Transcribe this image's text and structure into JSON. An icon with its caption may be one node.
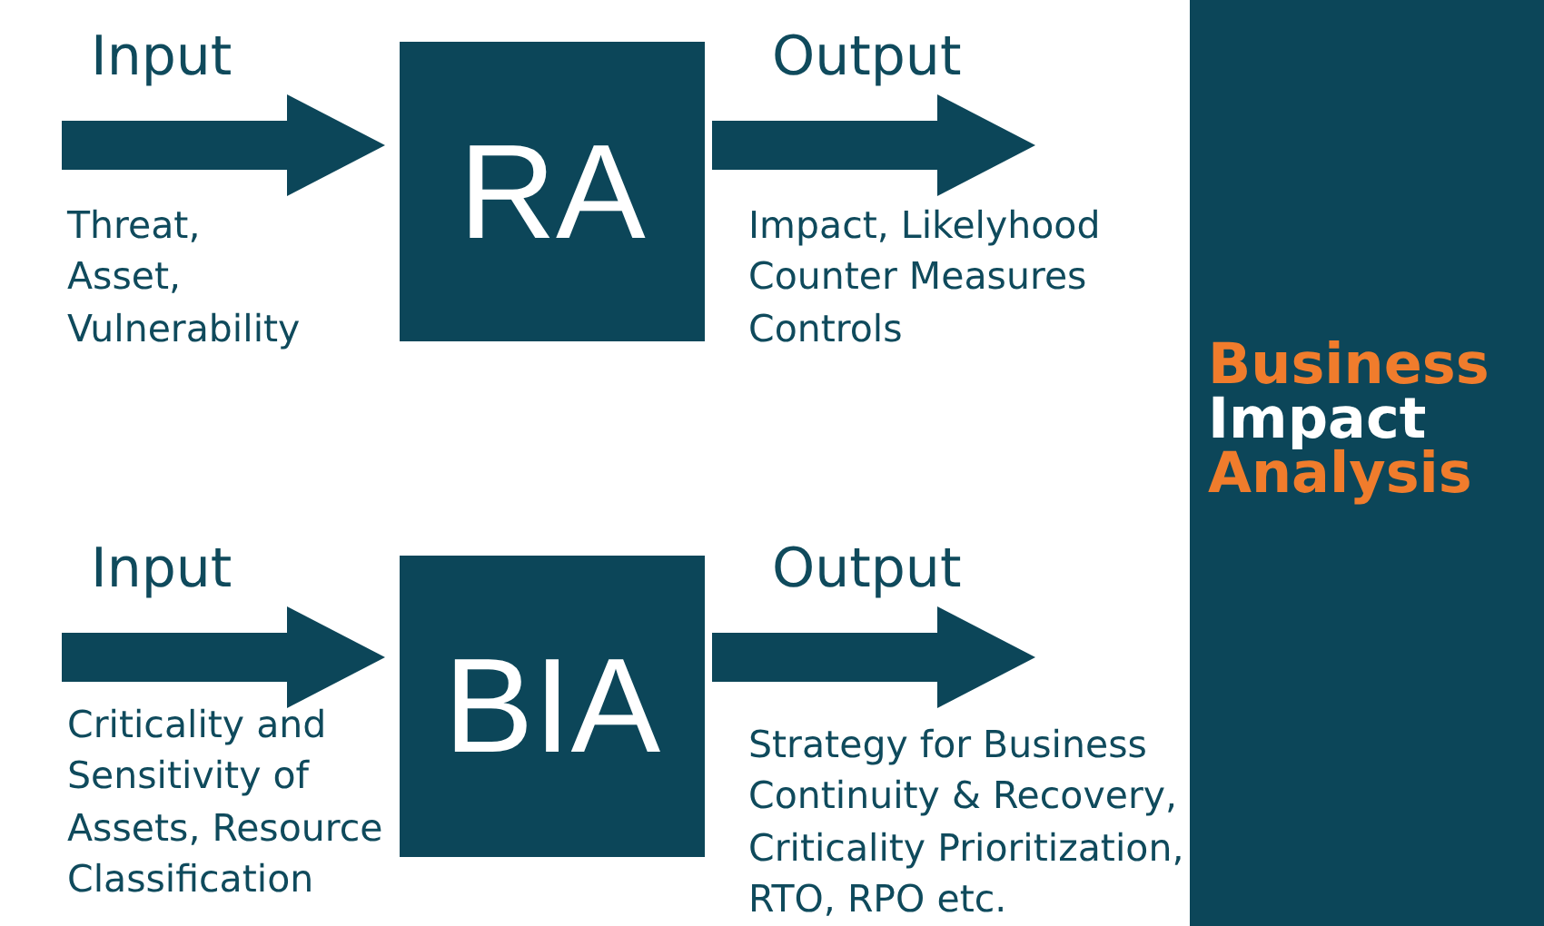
{
  "diagram": {
    "nodes": [
      {
        "text": [
          "RA"
        ]
      },
      {
        "text": [
          "BIA"
        ]
      },
      {
        "text": [
          "Business Impact Analysis"
        ]
      }
    ],
    "edges": [
      {
        "from": null,
        "to": 0,
        "arrow": "to",
        "label": "Input"
      },
      {
        "from": 0,
        "to": null,
        "arrow": "to",
        "label": "Output"
      },
      {
        "from": null,
        "to": 1,
        "arrow": "to",
        "label": "Input"
      },
      {
        "from": 1,
        "to": null,
        "arrow": "to",
        "label": "Output"
      }
    ],
    "labels": [
      "Threat, Asset, Vulnerability",
      "Impact, Likelyhood Counter Measures Controls",
      "Criticality and Sensitivity of Assets, Resource Classification",
      "Strategy for Business Continuity & Recovery, Criticality Prioritization, RTO, RPO etc."
    ]
  }
}
